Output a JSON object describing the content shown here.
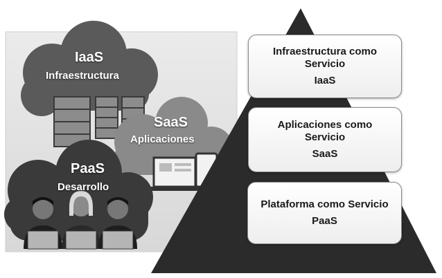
{
  "illustration": {
    "iaas": {
      "title": "IaaS",
      "subtitle": "Infraestructura"
    },
    "saas": {
      "title": "SaaS",
      "subtitle": "Aplicaciones"
    },
    "paas": {
      "title": "PaaS",
      "subtitle": "Desarrollo"
    }
  },
  "pyramid": {
    "layers": [
      {
        "line1": "Infraestructura como",
        "line2": "Servicio",
        "acronym": "IaaS"
      },
      {
        "line1": "Aplicaciones como",
        "line2": "Servicio",
        "acronym": "SaaS"
      },
      {
        "line1": "Plataforma como Servicio",
        "acronym": "PaaS"
      }
    ]
  },
  "colors": {
    "pyramid": "#2b2b2b",
    "panel": "#e6e6e6",
    "cloud_dark": "#4a4a4a",
    "cloud_mid": "#707070",
    "cloud_light": "#9a9a9a"
  }
}
